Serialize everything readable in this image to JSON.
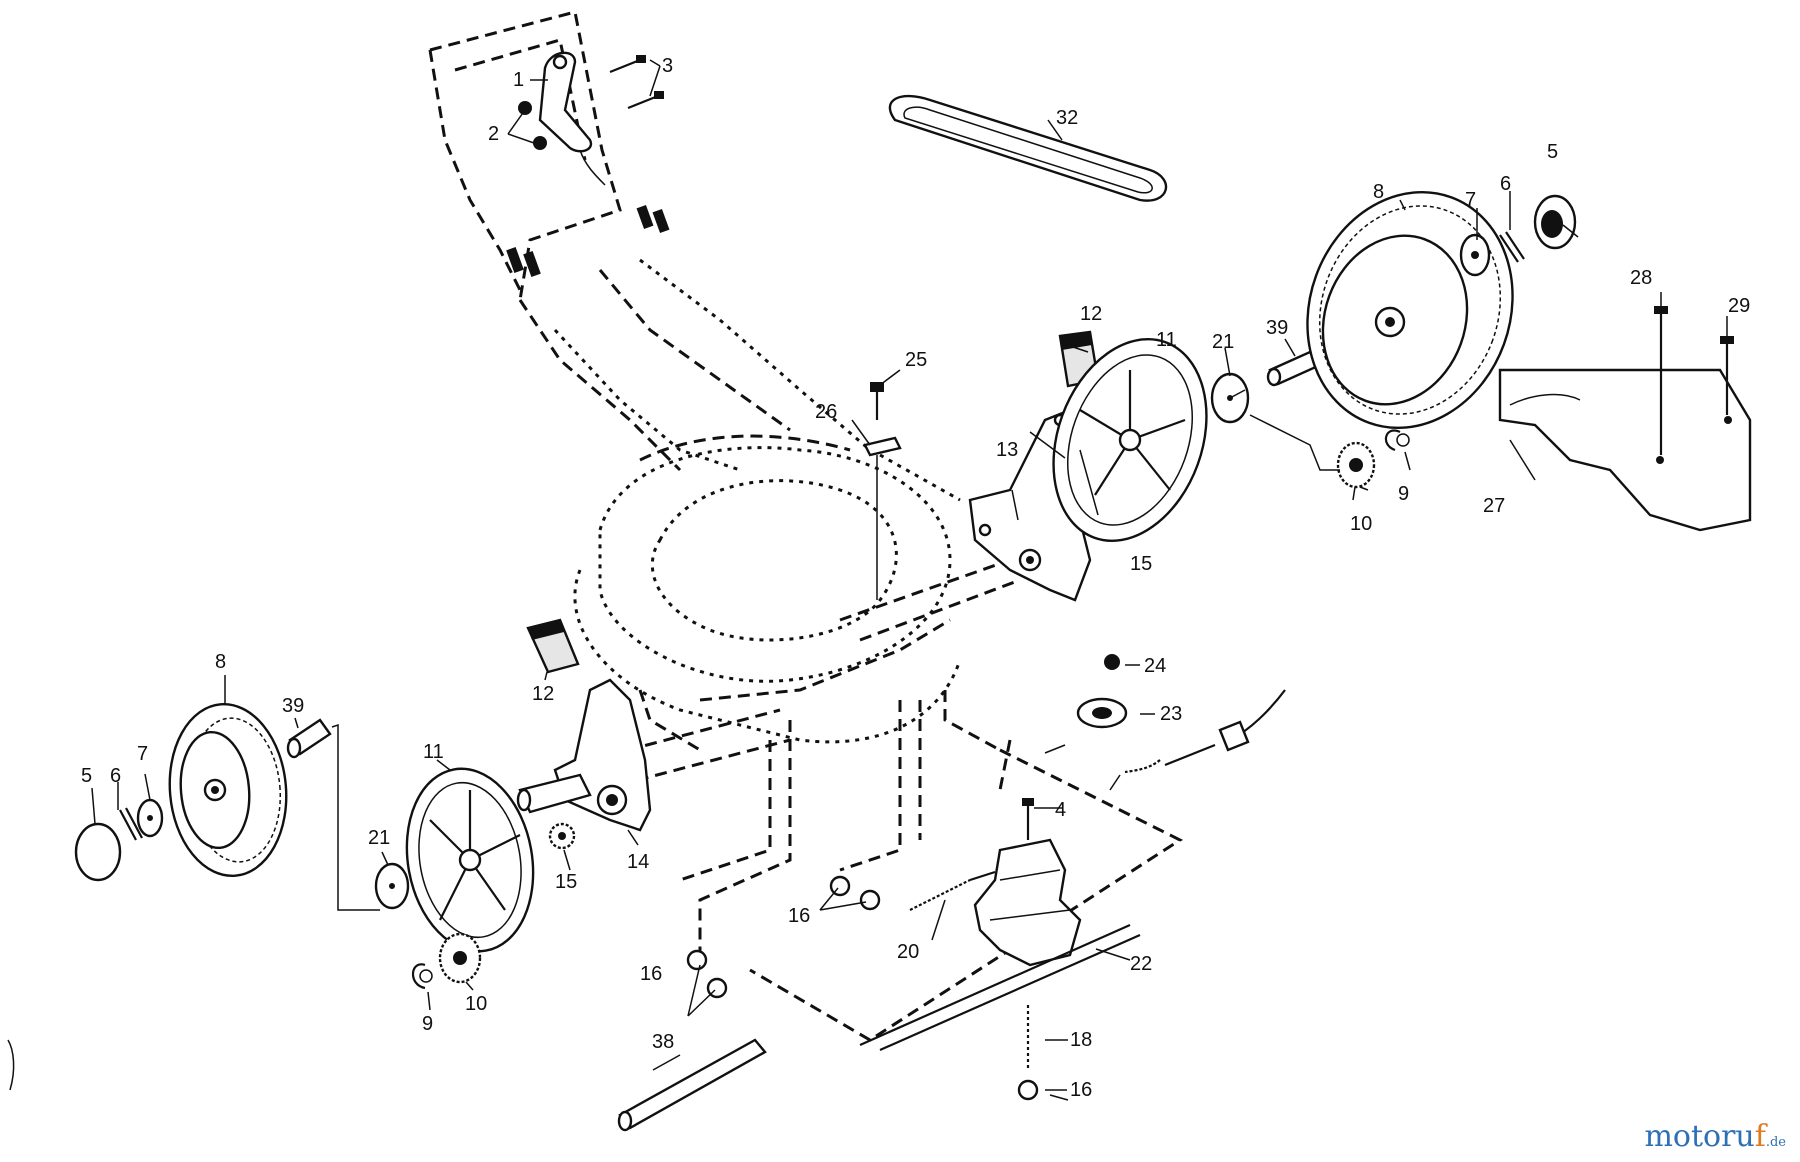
{
  "watermark": {
    "main": "motoru",
    "accent": "f",
    "suffix": ".de"
  },
  "labels": {
    "l1": "1",
    "l2": "2",
    "l3": "3",
    "l4": "4",
    "l5a": "5",
    "l5b": "5",
    "l6a": "6",
    "l6b": "6",
    "l7a": "7",
    "l7b": "7",
    "l8a": "8",
    "l8b": "8",
    "l9a": "9",
    "l9b": "9",
    "l10a": "10",
    "l10b": "10",
    "l11a": "11",
    "l11b": "11",
    "l12a": "12",
    "l12b": "12",
    "l13": "13",
    "l14": "14",
    "l15a": "15",
    "l15b": "15",
    "l16a": "16",
    "l16b": "16",
    "l16c": "16",
    "l18": "18",
    "l20": "20",
    "l21a": "21",
    "l21b": "21",
    "l22": "22",
    "l23": "23",
    "l24": "24",
    "l25": "25",
    "l26": "26",
    "l27": "27",
    "l28": "28",
    "l29": "29",
    "l32": "32",
    "l38": "38",
    "l39a": "39",
    "l39b": "39"
  }
}
